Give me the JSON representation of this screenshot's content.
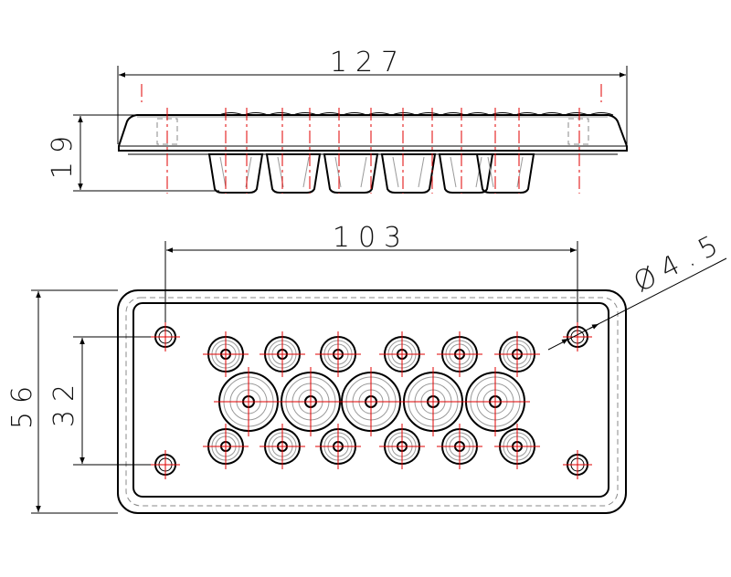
{
  "dimensions": {
    "side_width": "127",
    "side_height": "19",
    "hole_spacing_width": "103",
    "hole_diameter": "Ø4.5",
    "plate_height": "56",
    "hole_spacing_height": "32"
  },
  "colors": {
    "outline": "#000000",
    "center_line": "#e00000",
    "hidden_line": "#8a8a8a"
  }
}
